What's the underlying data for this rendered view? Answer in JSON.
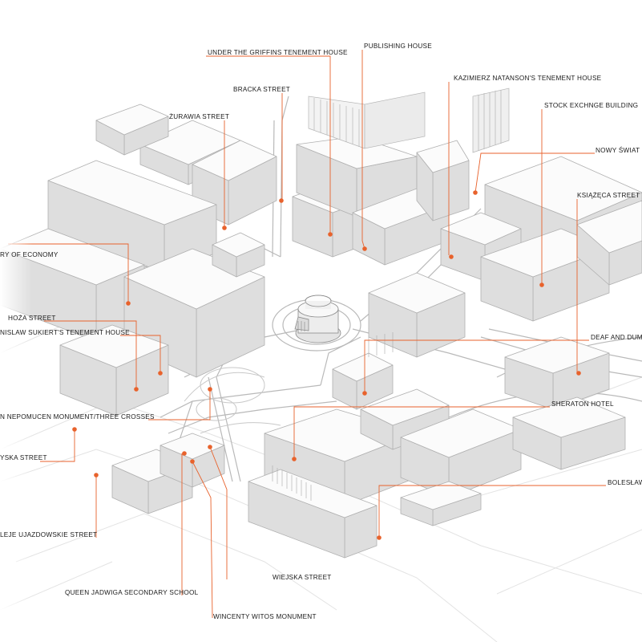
{
  "colors": {
    "accent": "#e8622c",
    "building_top": "#fbfbfb",
    "building_left": "#ececec",
    "building_right": "#dedede",
    "road": "#bdbdbd"
  },
  "labels": {
    "griffins": "UNDER THE GRIFFINS TENEMENT HOUSE",
    "publishing": "PUBLISHING HOUSE",
    "natanson": "KAZIMIERZ NATANSON'S TENEMENT HOUSE",
    "bracka": "BRACKA STREET",
    "stock": "STOCK EXCHNGE BUILDING",
    "zurawia": "ŻURAWIA STREET",
    "nowy_swiat": "NOWY ŚWIAT S",
    "ksiazeca": "KSIĄŻĘCA STREET",
    "economy": "RY OF ECONOMY",
    "hoza": "HOŻA STREET",
    "sukiert": "NISLAW SUKIERT'S TENEMENT HOUSE",
    "deaf": "DEAF AND DUMB",
    "monument_crosses": "N NEPOMUCEN MONUMENT/THREE CROSSES",
    "sheraton": "SHERATON HOTEL",
    "wspolna": "YSKA STREET",
    "boleslawa": "BOLESŁAW",
    "ujazdowskie": "LEJE UJAZDOWSKIE STREET",
    "wiejska": "WIEJSKA STREET",
    "jadwiga": "QUEEN JADWIGA SECONDARY SCHOOL",
    "witos": "WINCENTY WITOS MONUMENT"
  }
}
